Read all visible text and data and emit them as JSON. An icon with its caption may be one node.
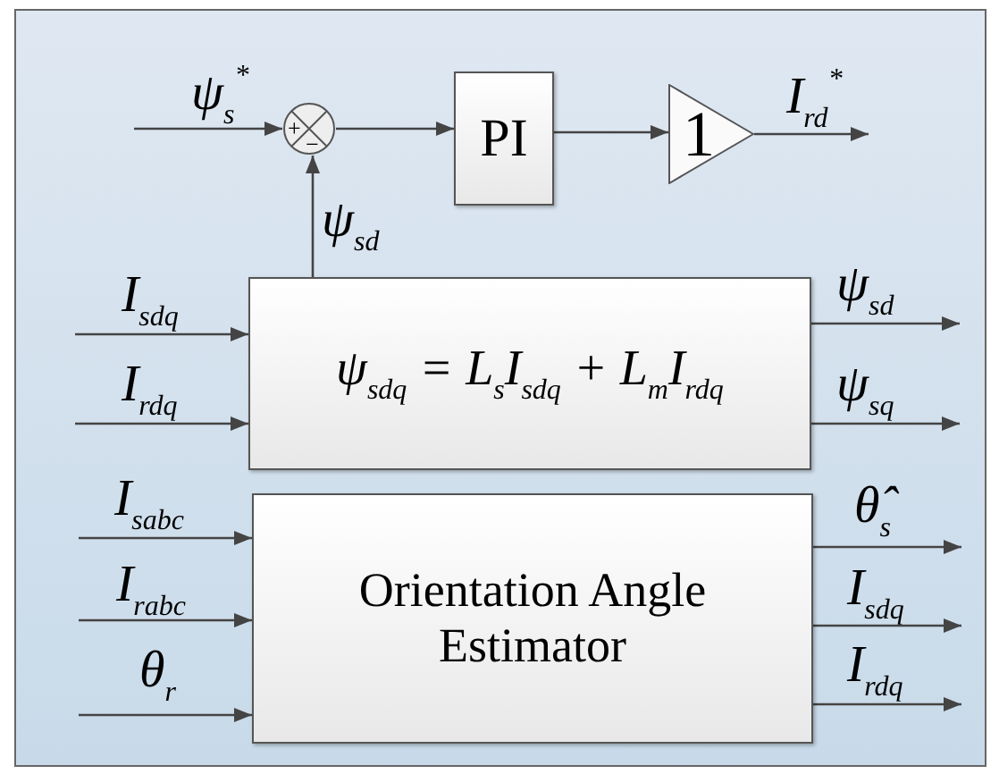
{
  "diagram": {
    "nodes": [
      {
        "text": [
          "+",
          "−"
        ]
      },
      {
        "text": [
          "PI"
        ]
      },
      {
        "text": [
          "1"
        ]
      },
      {
        "text": [
          "ψ$_{sdq}$ = L$_{s}$I$_{sdq}$ + L$_{m}$I$_{rdq}$"
        ]
      },
      {
        "text": [
          "Orientation Angle Estimator"
        ]
      }
    ],
    "edges": [
      {
        "from": null,
        "to": 0,
        "arrow": "to",
        "label": "ψ$_{s}$$^{*}$"
      },
      {
        "from": 0,
        "to": 1,
        "arrow": "to"
      },
      {
        "from": 1,
        "to": 2,
        "arrow": "to"
      },
      {
        "from": 2,
        "to": null,
        "arrow": "to",
        "label": "I$_{rd}$$^{*}$"
      },
      {
        "from": 3,
        "to": 0,
        "arrow": "to",
        "label": "ψ$_{sd}$"
      },
      {
        "from": null,
        "to": 3,
        "arrow": "to",
        "label": "I$_{sdq}$"
      },
      {
        "from": null,
        "to": 3,
        "arrow": "to",
        "label": "I$_{rdq}$"
      },
      {
        "from": 3,
        "to": null,
        "arrow": "to",
        "label": "ψ$_{sd}$"
      },
      {
        "from": 3,
        "to": null,
        "arrow": "to",
        "label": "ψ$_{sq}$"
      },
      {
        "from": null,
        "to": 4,
        "arrow": "to",
        "label": "I$_{sabc}$"
      },
      {
        "from": null,
        "to": 4,
        "arrow": "to",
        "label": "I$_{rabc}$"
      },
      {
        "from": null,
        "to": 4,
        "arrow": "to",
        "label": "θ$_{r}$"
      },
      {
        "from": 4,
        "to": null,
        "arrow": "to",
        "label": "θ̂$_{s}$"
      },
      {
        "from": 4,
        "to": null,
        "arrow": "to",
        "label": "I$_{sdq}$"
      },
      {
        "from": 4,
        "to": null,
        "arrow": "to",
        "label": "I$_{rdq}$"
      }
    ]
  }
}
